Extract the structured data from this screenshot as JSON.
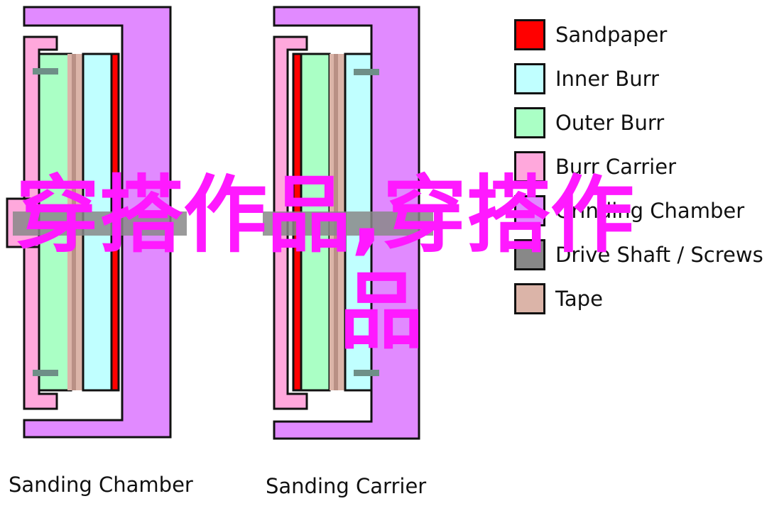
{
  "legend": [
    {
      "label": "Sandpaper",
      "color": "#ff0000"
    },
    {
      "label": "Inner Burr",
      "color": "#c0ffff"
    },
    {
      "label": "Outer Burr",
      "color": "#aaffc5"
    },
    {
      "label": "Burr Carrier",
      "color": "#ffa8dc"
    },
    {
      "label": "Grinding Chamber",
      "color": "#e18aff"
    },
    {
      "label": "Drive Shaft / Screws",
      "color": "#888888"
    },
    {
      "label": "Tape",
      "color": "#dbb4a8"
    }
  ],
  "captions": {
    "left": "Sanding Chamber",
    "right": "Sanding Carrier"
  },
  "watermark": {
    "line1": "穿搭作品,穿搭作",
    "line2": "品"
  }
}
